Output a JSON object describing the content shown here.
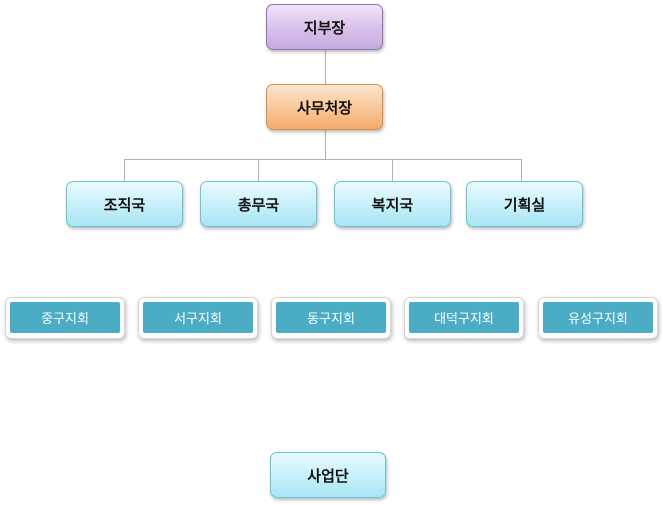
{
  "org_chart": {
    "head": "지부장",
    "office": "사무처장",
    "departments": [
      "조직국",
      "총무국",
      "복지국",
      "기획실"
    ],
    "branches": [
      "중구지회",
      "서구지회",
      "동구지회",
      "대덕구지회",
      "유성구지회"
    ],
    "business_unit": "사업단"
  },
  "colors": {
    "head_fill": "#d7c0ea",
    "office_fill": "#f9c596",
    "department_fill": "#c5f0fa",
    "branch_fill": "#4bacc6",
    "connector": "#b0b0b0"
  }
}
